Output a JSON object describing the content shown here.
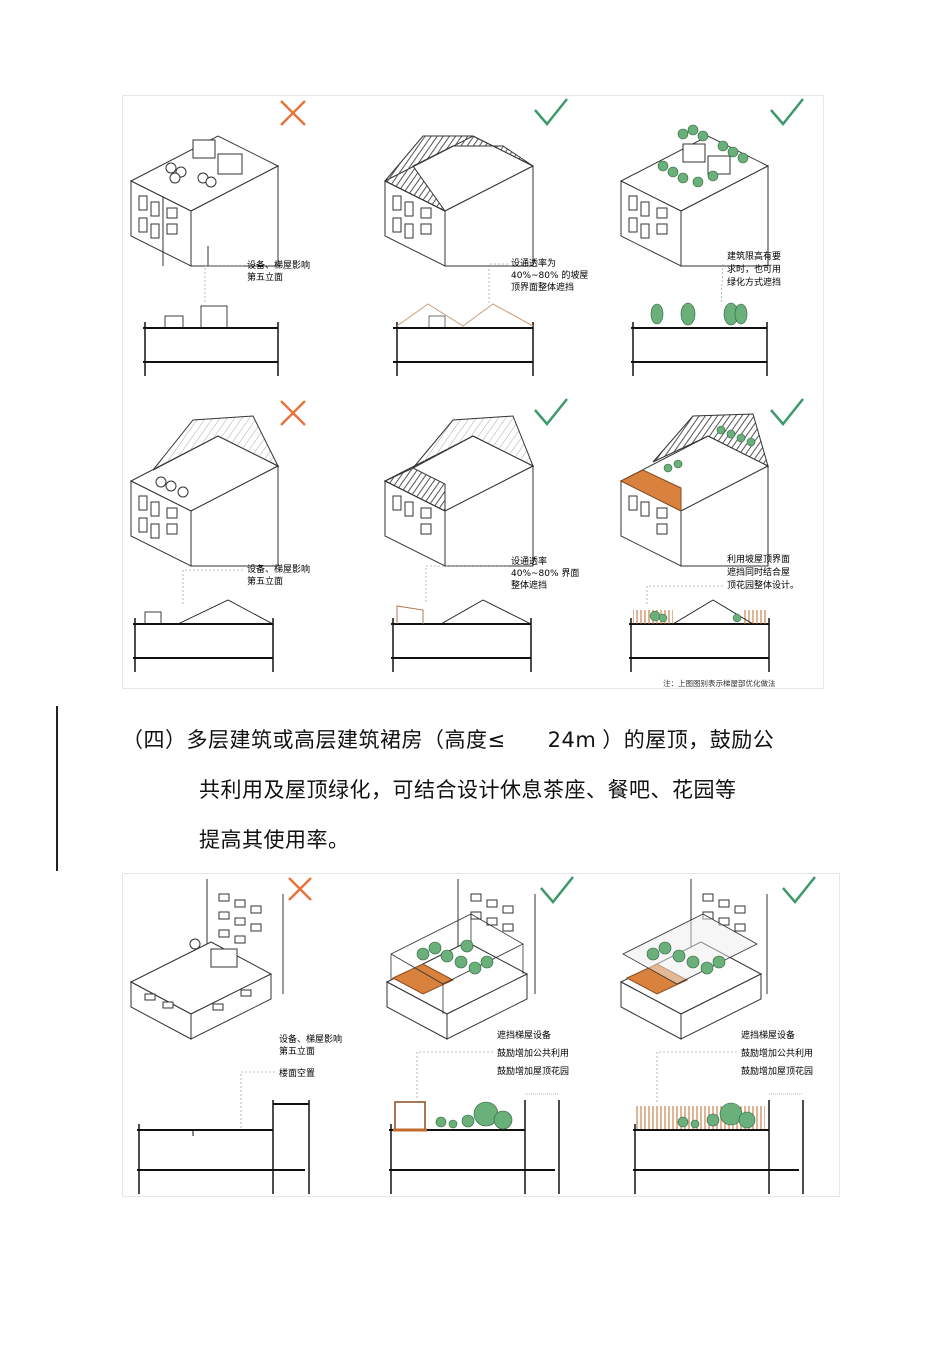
{
  "figure1": {
    "labels": {
      "r1c1": [
        "设备、梯屋影响",
        "第五立面"
      ],
      "r1c2": [
        "设通透率为",
        "40%~80% 的坡屋",
        "顶界面整体遮挡"
      ],
      "r1c3": [
        "建筑限高有要",
        "求时，也可用",
        "绿化方式遮挡"
      ],
      "r2c1": [
        "设备、梯屋影响",
        "第五立面"
      ],
      "r2c2": [
        "设通透率",
        "40%~80% 界面",
        "整体遮挡"
      ],
      "r2c3": [
        "利用坡屋顶界面",
        "遮挡同时结合屋",
        "顶花园整体设计。"
      ]
    },
    "note": "注：上图图别表示梯屋部优化做法"
  },
  "paragraph": {
    "line1_a": "（四）多层建筑或高层建筑裙房（高度≤",
    "line1_b": "24m",
    "line1_c": "）的屋顶，鼓励公",
    "line2": "共利用及屋顶绿化，可结合设计休息茶座、餐吧、花园等",
    "line3": "提高其使用率。"
  },
  "figure2": {
    "labels": {
      "c1": [
        "设备、梯屋影响",
        "第五立面",
        "楼面空置"
      ],
      "c2": [
        "遮挡梯屋设备",
        "鼓励增加公共利用",
        "鼓励增加屋顶花园"
      ],
      "c3": [
        "遮挡梯屋设备",
        "鼓励增加公共利用",
        "鼓励增加屋顶花园"
      ]
    }
  },
  "colors": {
    "cross": "#e8743b",
    "check": "#3e9a6a",
    "tree": "#6ab07a",
    "deck": "#d9823e"
  },
  "icons": [
    "cross-icon",
    "check-icon"
  ]
}
